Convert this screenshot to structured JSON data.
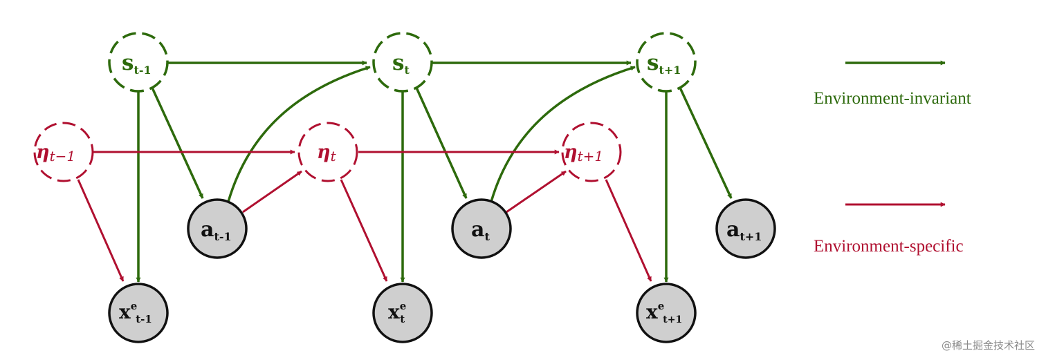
{
  "colors": {
    "invariant": "#2d6a0c",
    "specific": "#b01030",
    "observed_fill": "#cfcfcf",
    "observed_stroke": "#111111"
  },
  "nodes": {
    "s_prev": {
      "base": "s",
      "sub": "t-1"
    },
    "s_cur": {
      "base": "s",
      "sub": "t"
    },
    "s_next": {
      "base": "s",
      "sub": "t+1"
    },
    "eta_prev": {
      "base": "η",
      "sub": "t−1"
    },
    "eta_cur": {
      "base": "η",
      "sub": "t"
    },
    "eta_next": {
      "base": "η",
      "sub": "t+1"
    },
    "a_prev": {
      "base": "a",
      "sub": "t-1"
    },
    "a_cur": {
      "base": "a",
      "sub": "t"
    },
    "a_next": {
      "base": "a",
      "sub": "t+1"
    },
    "x_prev": {
      "base": "x",
      "sup": "e",
      "sub": "t-1"
    },
    "x_cur": {
      "base": "x",
      "sup": "e",
      "sub": "t"
    },
    "x_next": {
      "base": "x",
      "sup": "e",
      "sub": "t+1"
    }
  },
  "legend": {
    "invariant_label": "Environment-invariant",
    "specific_label": "Environment-specific"
  },
  "watermark": "@稀土掘金技术社区"
}
